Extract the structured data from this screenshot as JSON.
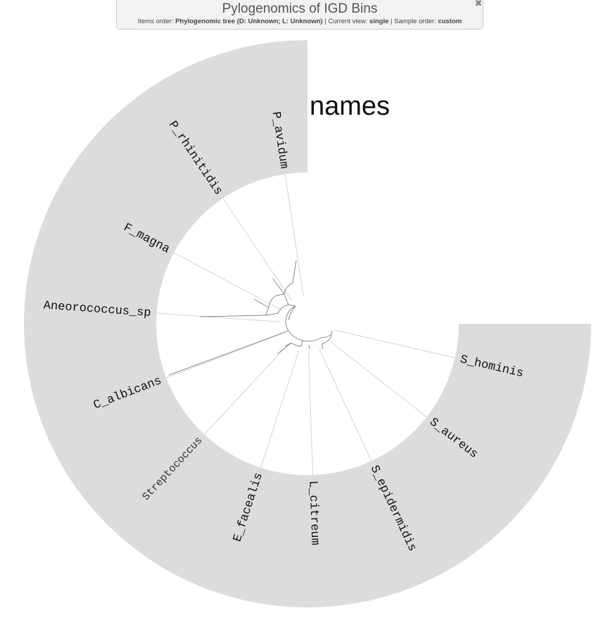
{
  "header": {
    "title": "Pylogenomics of IGD Bins",
    "items_order_label": "Items order: ",
    "items_order_value": "Phylogenomic tree (D: Unknown; L: Unknown)",
    "sep1": " | ",
    "current_view_label": "Current view: ",
    "current_view_value": "single",
    "sep2": " | ",
    "sample_order_label": "Sample order: ",
    "sample_order_value": "custom",
    "close_icon": "close-icon"
  },
  "layer": {
    "title": "names",
    "ring_color": "#dcdcdc"
  },
  "tree": {
    "branch_color": "#888888",
    "guide_color": "#d4d4d4"
  },
  "leaves": [
    {
      "name": "P_avidum",
      "angle": -8.5
    },
    {
      "name": "P_rhinitidis",
      "angle": -34
    },
    {
      "name": "F_magna",
      "angle": -62
    },
    {
      "name": "Aneorococcus_sp",
      "angle": -86
    },
    {
      "name": "C_albicans",
      "angle": -111
    },
    {
      "name": "Streptococcus",
      "angle": -137
    },
    {
      "name": "E_facealis",
      "angle": -162
    },
    {
      "name": "L_citreum",
      "angle": 178
    },
    {
      "name": "S_epidermidis",
      "angle": 155
    },
    {
      "name": "S_aureus",
      "angle": 128
    },
    {
      "name": "S_hominis",
      "angle": 103
    }
  ]
}
